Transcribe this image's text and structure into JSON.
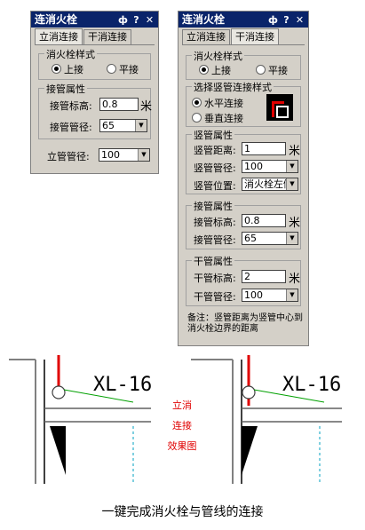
{
  "left_panel": {
    "title": "连消火栓",
    "title_buttons": [
      "ф",
      "?",
      "✕"
    ],
    "tabs": [
      "立消连接",
      "干消连接"
    ],
    "style_group": {
      "title": "消火栓样式",
      "options": [
        "上接",
        "平接"
      ],
      "selected": "上接"
    },
    "pipe_group": {
      "title": "接管属性",
      "elev_label": "接管标高:",
      "elev_value": "0.8",
      "elev_unit": "米",
      "dia_label": "接管管径:",
      "dia_value": "65"
    },
    "riser_label": "立管管径:",
    "riser_value": "100"
  },
  "right_panel": {
    "title": "连消火栓",
    "title_buttons": [
      "ф",
      "?",
      "✕"
    ],
    "tabs": [
      "立消连接",
      "干消连接"
    ],
    "style_group": {
      "title": "消火栓样式",
      "options": [
        "上接",
        "平接"
      ],
      "selected": "上接"
    },
    "conn_group": {
      "title": "选择竖管连接样式",
      "options": [
        "水平连接",
        "垂直连接"
      ],
      "selected": "水平连接"
    },
    "vert_group": {
      "title": "竖管属性",
      "dist_label": "竖管距离:",
      "dist_value": "1",
      "dist_unit": "米",
      "dia_label": "竖管管径:",
      "dia_value": "100",
      "pos_label": "竖管位置:",
      "pos_value": "消火栓左侧"
    },
    "pipe_group": {
      "title": "接管属性",
      "elev_label": "接管标高:",
      "elev_value": "0.8",
      "elev_unit": "米",
      "dia_label": "接管管径:",
      "dia_value": "65"
    },
    "main_group": {
      "title": "干管属性",
      "elev_label": "干管标高:",
      "elev_value": "2",
      "elev_unit": "米",
      "dia_label": "干管管径:",
      "dia_value": "100"
    },
    "note": [
      "备注：竖管距离为竖管中心到",
      "消火栓边界的距离"
    ]
  },
  "drawing": {
    "left_tag": "XL-16",
    "right_tag": "XL-16",
    "effect_label": [
      "立消",
      "连接",
      "效果图"
    ],
    "colors": {
      "pipe": "#e00000",
      "wall": "#808080",
      "branch": "#00a000",
      "label": "#e00000",
      "dash": "#00a0c0"
    }
  },
  "caption": "一键完成消火栓与管线的连接"
}
